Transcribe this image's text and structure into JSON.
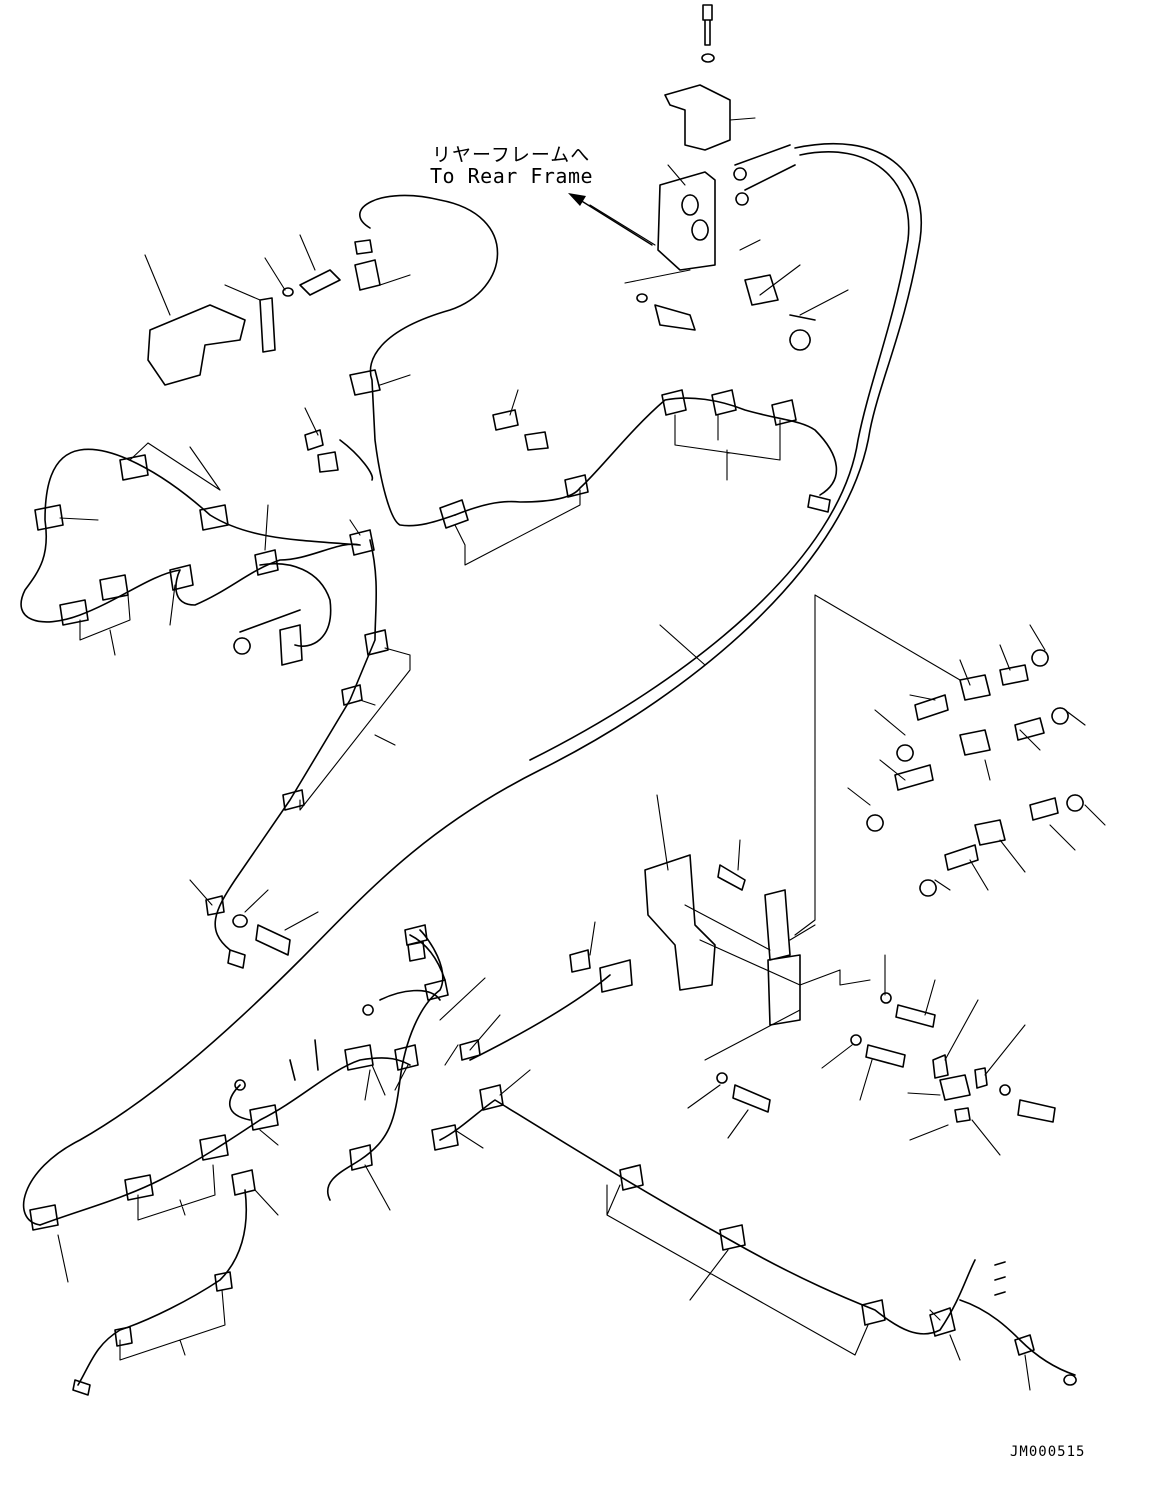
{
  "callout": {
    "jp": "リヤーフレームへ",
    "en": "To Rear Frame"
  },
  "drawing_code": "JM000515",
  "colors": {
    "line": "#000000",
    "background": "#ffffff"
  }
}
